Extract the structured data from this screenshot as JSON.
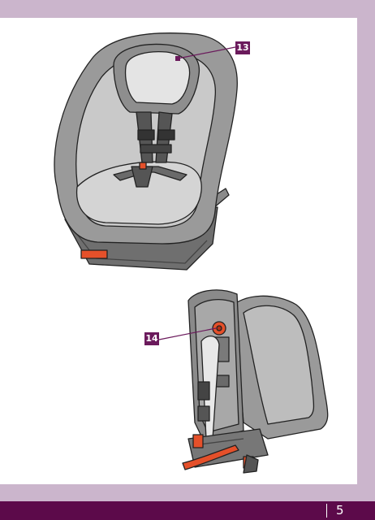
{
  "figure_1": {
    "callout": "13"
  },
  "figure_2": {
    "callout": "14"
  },
  "footer": {
    "page_number": "5"
  },
  "colors": {
    "side_band": "#cbb5cc",
    "footer_band": "#5c0a4a",
    "callout": "#6b1a5c",
    "accent": "#e5502a"
  }
}
